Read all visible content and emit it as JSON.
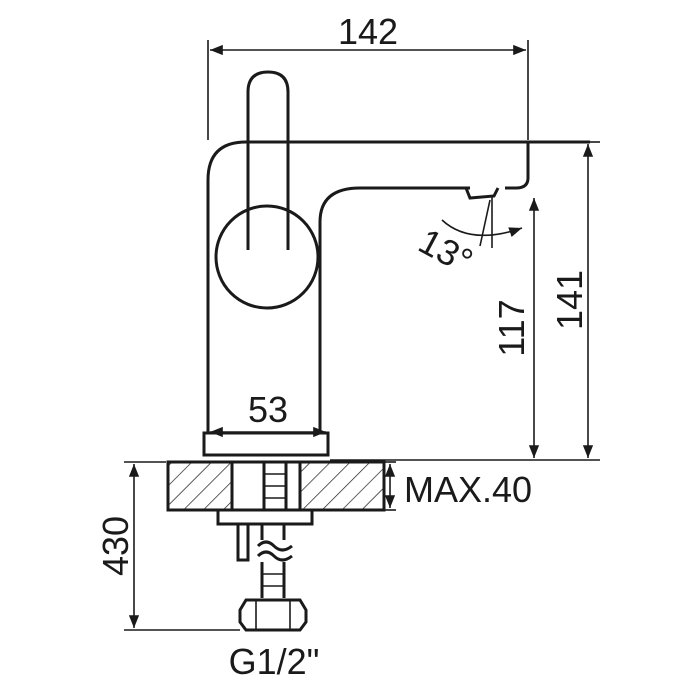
{
  "drawing": {
    "dimensions": {
      "overall_length": "142",
      "overall_height": "141",
      "spout_height": "117",
      "base_width": "53",
      "spout_angle": "13°",
      "max_thickness": "MAX.40",
      "hose_length": "430",
      "connection": "G1/2\""
    }
  }
}
